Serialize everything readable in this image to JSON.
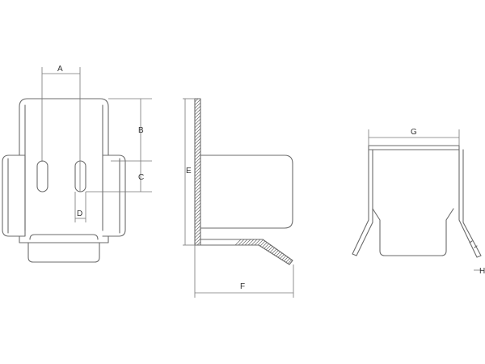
{
  "labels": {
    "a": "A",
    "b": "B",
    "c": "C",
    "d": "D",
    "e": "E",
    "f": "F",
    "g": "G",
    "h": "H"
  },
  "colors": {
    "outline": "#6b6b6b",
    "dimension": "#777777",
    "text": "#333333",
    "background": "#ffffff"
  }
}
